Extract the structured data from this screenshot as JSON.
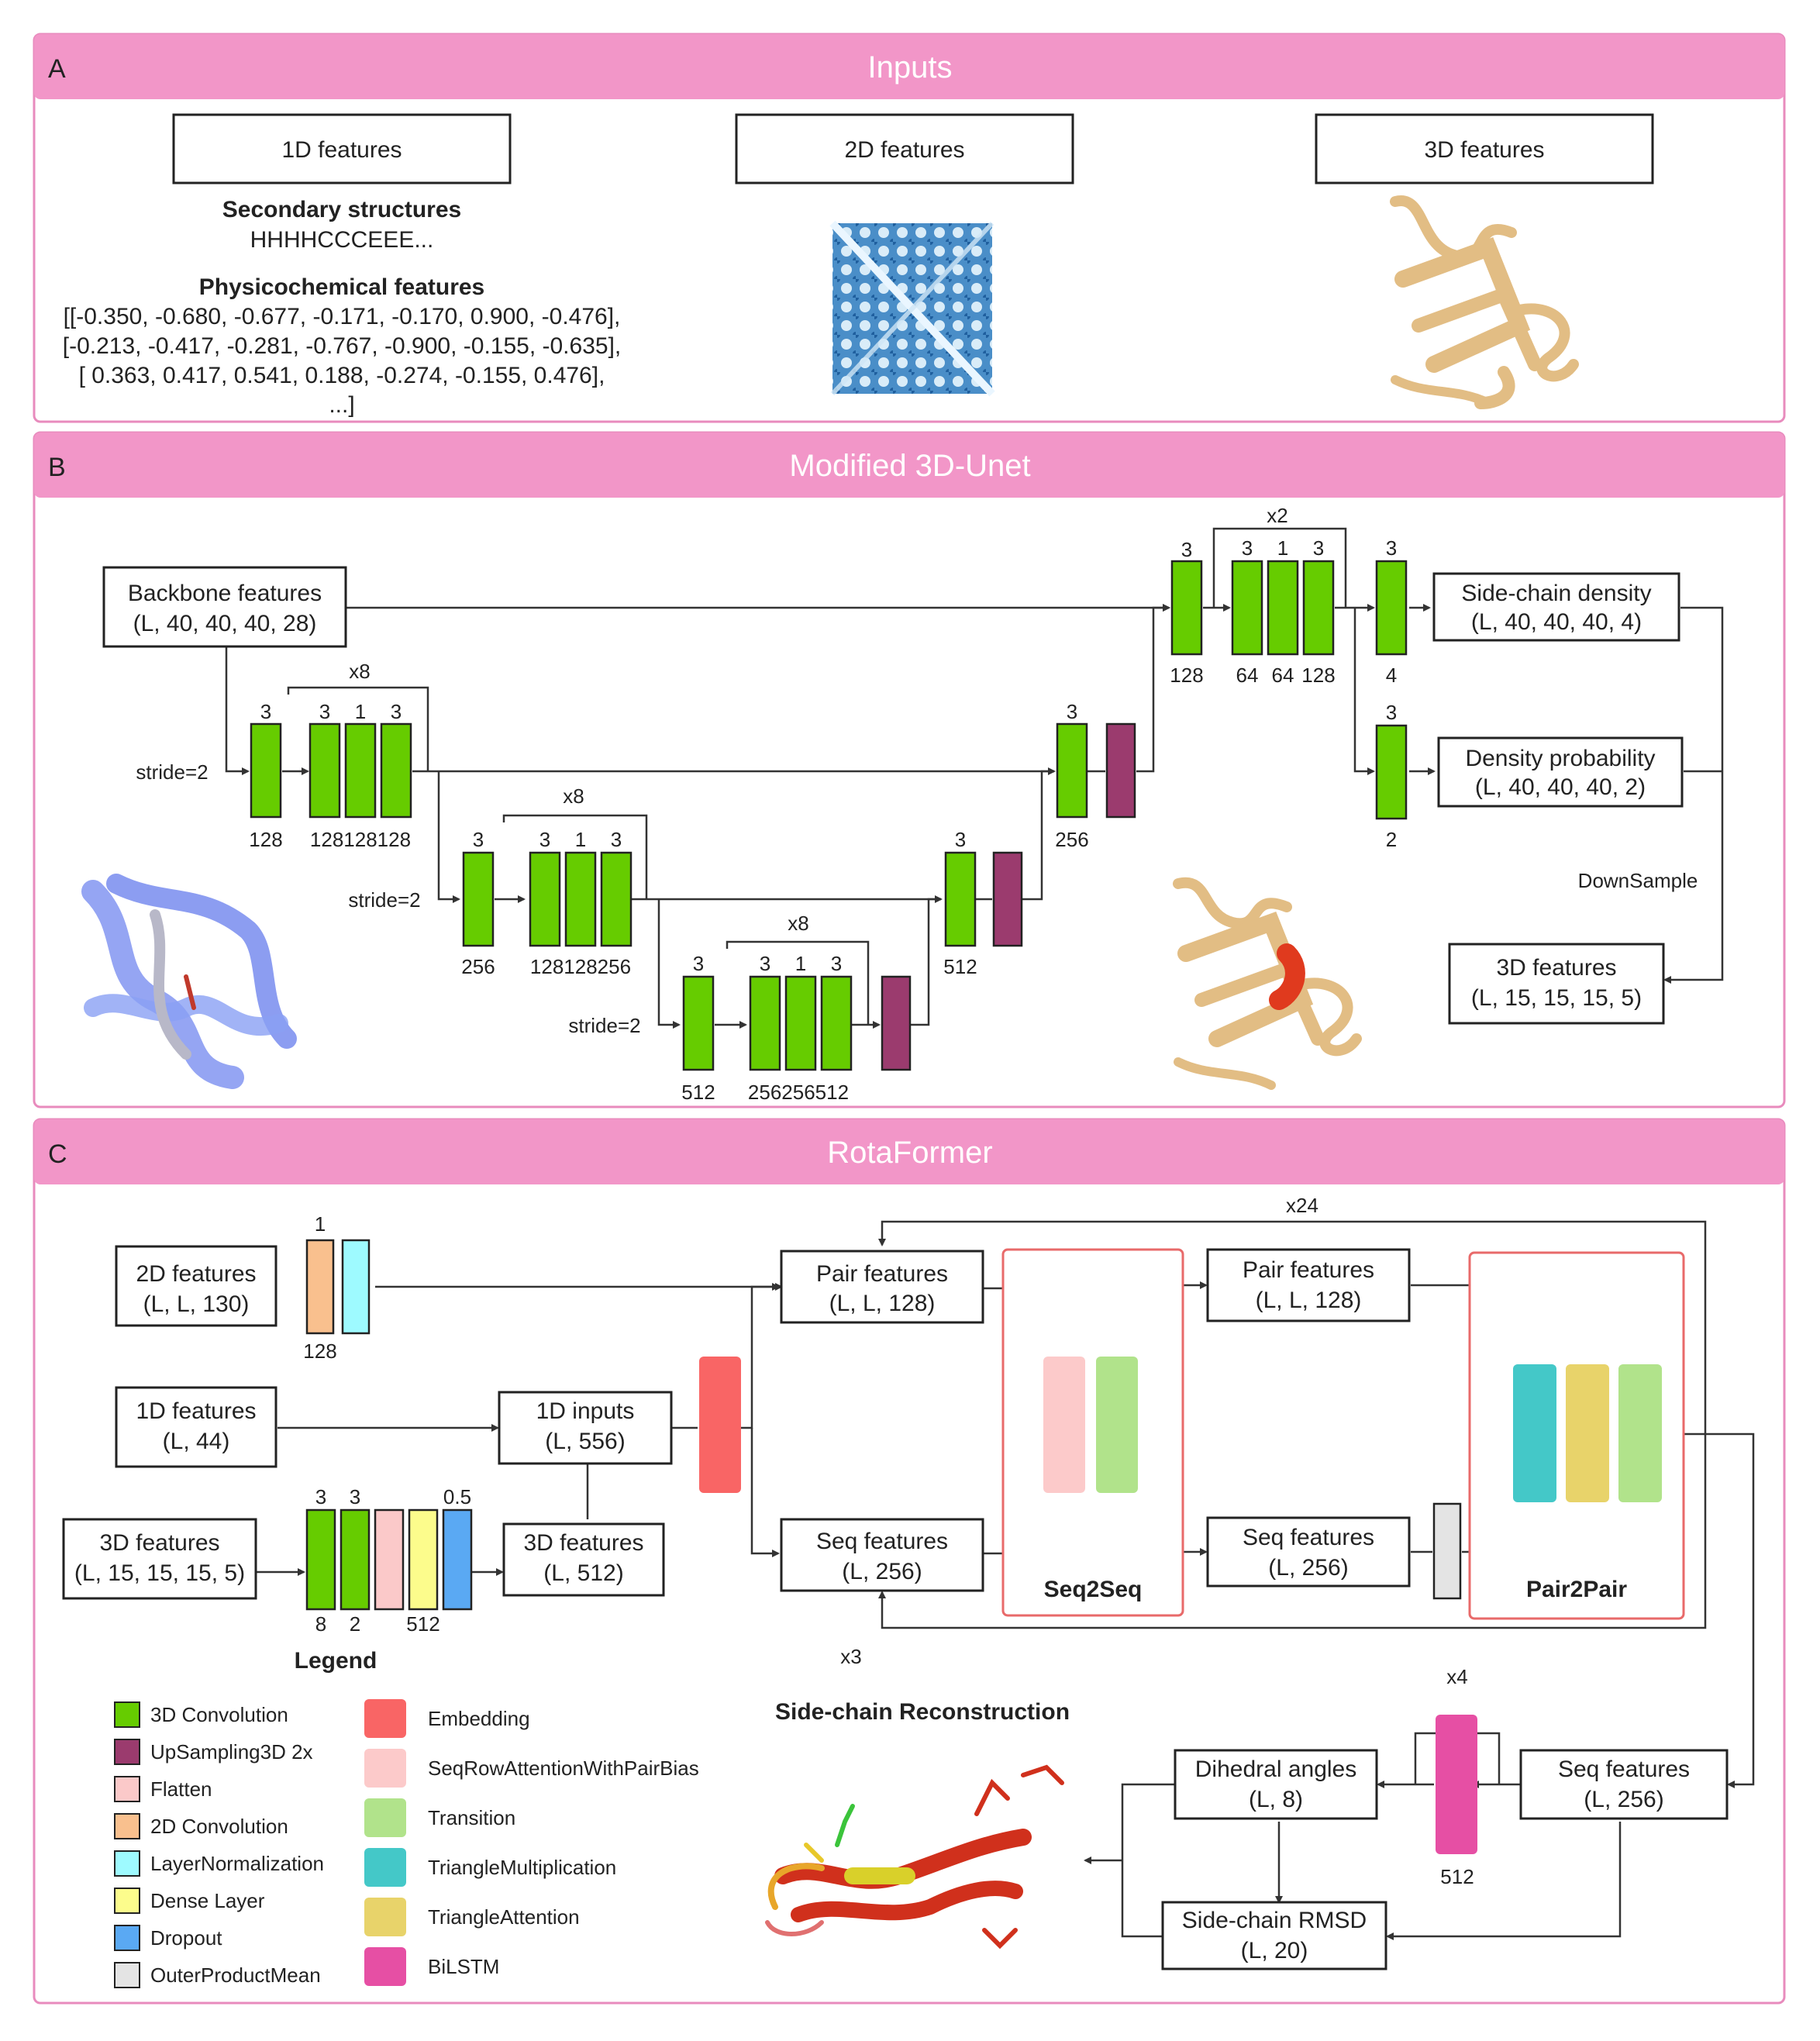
{
  "panels": {
    "a": {
      "letter": "A",
      "title": "Inputs"
    },
    "b": {
      "letter": "B",
      "title": "Modified 3D-Unet"
    },
    "c": {
      "letter": "C",
      "title": "RotaFormer"
    }
  },
  "inputs": {
    "box_1d": "1D features",
    "box_2d": "2D features",
    "box_3d": "3D features",
    "secondary_title": "Secondary structures",
    "secondary_value": "HHHHCCCEEE...",
    "physchem_title": "Physicochemical features",
    "physchem_lines": [
      "[[-0.350, -0.680, -0.677, -0.171, -0.170, 0.900, -0.476],",
      "[-0.213, -0.417, -0.281, -0.767, -0.900, -0.155, -0.635],",
      "[ 0.363, 0.417, 0.541, 0.188, -0.274, -0.155, 0.476],",
      "...]"
    ]
  },
  "unet": {
    "backbone": [
      "Backbone features",
      "(L, 40, 40, 40, 28)"
    ],
    "side_density": [
      "Side-chain density",
      "(L, 40, 40, 40, 4)"
    ],
    "density_prob": [
      "Density probability",
      "(L, 40, 40, 40, 2)"
    ],
    "out_3d": [
      "3D features",
      "(L, 15, 15, 15, 5)"
    ],
    "downsample": "DownSample",
    "stride": "stride=2",
    "x8": "x8",
    "x2": "x2",
    "k3": "3",
    "k1": "1",
    "c128": "128",
    "c256": "256",
    "c512": "512",
    "c64": "64",
    "c4": "4",
    "c2": "2",
    "triple_128": "128128128",
    "triple_256": "128128256",
    "triple_512": "256256512"
  },
  "rota": {
    "feat2d": [
      "2D features",
      "(L, L, 130)"
    ],
    "feat1d": [
      "1D features",
      "(L, 44)"
    ],
    "feat3d": [
      "3D features",
      "(L, 15, 15, 15, 5)"
    ],
    "inputs1d": [
      "1D inputs",
      "(L, 556)"
    ],
    "feat3d_512": [
      "3D features",
      "(L, 512)"
    ],
    "pair1": [
      "Pair features",
      "(L, L, 128)"
    ],
    "seq1": [
      "Seq features",
      "(L, 256)"
    ],
    "pair2": [
      "Pair features",
      "(L, L, 128)"
    ],
    "seq2": [
      "Seq features",
      "(L, 256)"
    ],
    "seq3": [
      "Seq features",
      "(L, 256)"
    ],
    "dihedral": [
      "Dihedral angles",
      "(L, 8)"
    ],
    "rmsd": [
      "Side-chain RMSD",
      "(L, 20)"
    ],
    "seq2seq": "Seq2Seq",
    "pair2pair": "Pair2Pair",
    "x24": "x24",
    "x3": "x3",
    "x4": "x4",
    "side_recon": "Side-chain Reconstruction",
    "n1": "1",
    "n128": "128",
    "n3": "3",
    "n05": "0.5",
    "n8": "8",
    "n2": "2",
    "n512": "512"
  },
  "legend": {
    "title": "Legend",
    "items": [
      {
        "label": "3D Convolution",
        "color": "#66cc00"
      },
      {
        "label": "UpSampling3D 2x",
        "color": "#9b3b6e"
      },
      {
        "label": "Flatten",
        "color": "#fbc9c9"
      },
      {
        "label": "2D Convolution",
        "color": "#f9c08e"
      },
      {
        "label": "LayerNormalization",
        "color": "#9efaff"
      },
      {
        "label": "Dense Layer",
        "color": "#fcfc8c"
      },
      {
        "label": "Dropout",
        "color": "#5aa9f3"
      },
      {
        "label": "OuterProductMean",
        "color": "#e4e4e4"
      },
      {
        "label": "Embedding",
        "color": "#f96565"
      },
      {
        "label": "SeqRowAttentionWithPairBias",
        "color": "#fccaca"
      },
      {
        "label": "Transition",
        "color": "#b1e38b"
      },
      {
        "label": "TriangleMultiplication",
        "color": "#44c8c8"
      },
      {
        "label": "TriangleAttention",
        "color": "#e8d36a"
      },
      {
        "label": "BiLSTM",
        "color": "#e64fa4"
      }
    ]
  }
}
